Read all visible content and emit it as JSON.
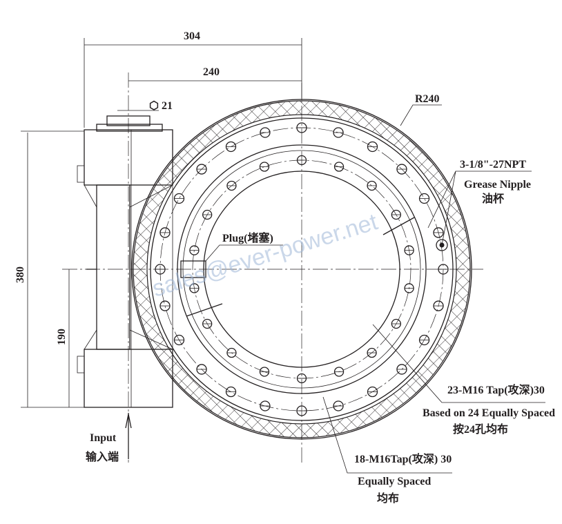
{
  "dimensions": {
    "overall_width": "304",
    "center_offset": "240",
    "hex": "21",
    "height": "380",
    "half_height": "190",
    "radius": "R240"
  },
  "labels": {
    "grease_spec": "3-1/8\"-27NPT",
    "grease_nipple": "Grease Nipple",
    "grease_nipple_cn": "油杯",
    "plug": "Plug(堵塞)",
    "tap23": "23-M16 Tap(攻深)30",
    "tap23_note": "Based on 24 Equally Spaced",
    "tap23_note_cn": "按24孔均布",
    "tap18": "18-M16Tap(攻深) 30",
    "tap18_note": "Equally Spaced",
    "tap18_note_cn": "均布",
    "input": "Input",
    "input_cn": "输入端"
  },
  "watermark": "sales@ever-power.net",
  "colors": {
    "ink": "#231f20",
    "watermark": "#9fb8d8"
  }
}
